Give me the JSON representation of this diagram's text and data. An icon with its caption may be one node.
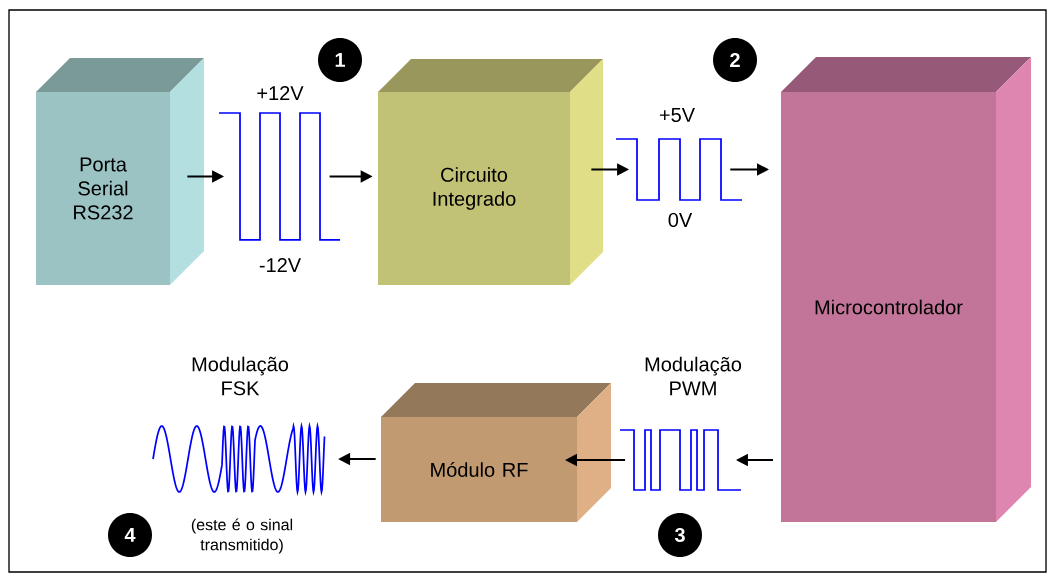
{
  "diagram": {
    "nodes": [
      {
        "text": [
          "Porta Serial RS232"
        ]
      },
      {
        "text": [],
        "shape": "picture",
        "beside": [
          "+12V",
          "-12V"
        ]
      },
      {
        "text": [
          "Circuito Integrado"
        ]
      },
      {
        "text": [],
        "shape": "picture",
        "beside": [
          "+5V",
          "0V"
        ]
      },
      {
        "text": [
          "Microcontrolador"
        ]
      },
      {
        "text": [],
        "shape": "picture",
        "beside": [
          "Modulação PWM"
        ]
      },
      {
        "text": [
          "Módulo RF"
        ]
      },
      {
        "text": [],
        "shape": "picture",
        "beside": [
          "Modulação FSK",
          "(este é o sinal transmitido)"
        ]
      }
    ],
    "edges": [
      {
        "from": 0,
        "to": 1,
        "arrow": "to"
      },
      {
        "from": 1,
        "to": 2,
        "arrow": "to"
      },
      {
        "from": 2,
        "to": 3,
        "arrow": "to"
      },
      {
        "from": 3,
        "to": 4,
        "arrow": "to"
      },
      {
        "from": 4,
        "to": 5,
        "arrow": "to"
      },
      {
        "from": 5,
        "to": 6,
        "arrow": "to"
      },
      {
        "from": 6,
        "to": 7,
        "arrow": "to"
      }
    ],
    "labels": [
      "1",
      "2",
      "3",
      "4"
    ]
  }
}
